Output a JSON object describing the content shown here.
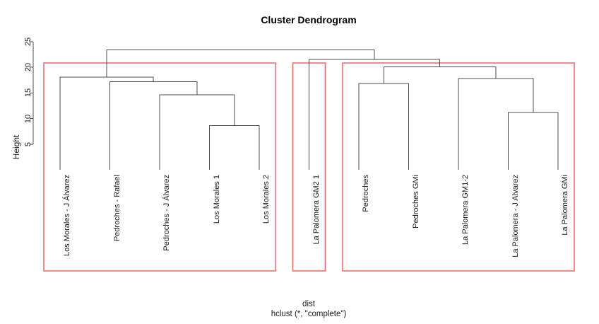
{
  "title": "Cluster Dendrogram",
  "y_axis": {
    "label": "Height",
    "ticks": [
      5,
      10,
      15,
      20,
      25
    ]
  },
  "footer": {
    "line1": "dist",
    "line2": "hclust (*, \"complete\")"
  },
  "colors": {
    "dendro_line": "#4d4d4d",
    "cluster_box": "#f25a5a",
    "text": "#1a1a1a",
    "background": "#ffffff"
  },
  "chart_data": {
    "type": "dendrogram",
    "method": "complete linkage (hclust)",
    "orientation": "vertical",
    "ylim": [
      5,
      25
    ],
    "grid": false,
    "labels": [
      "Los Morales - J Álvarez",
      "Pedroches - Rafael",
      "Pedroches - J Álvarez",
      "Los Morales 1",
      "Los Morales 2",
      "La Palomera GM2 1",
      "Pedroches",
      "Pedroches GMi",
      "La Palomera GM1-2",
      "La Palomera - J Alvarez",
      "La Palomera GMi"
    ],
    "merges": [
      {
        "a": "L4",
        "b": "L5",
        "height": 8.6
      },
      {
        "a": "L3",
        "b": "M1",
        "height": 14.6
      },
      {
        "a": "L2",
        "b": "M2",
        "height": 17.2
      },
      {
        "a": "L1",
        "b": "M3",
        "height": 18.1
      },
      {
        "a": "L7",
        "b": "L8",
        "height": 16.8
      },
      {
        "a": "L10",
        "b": "L11",
        "height": 11.2
      },
      {
        "a": "L9",
        "b": "M6",
        "height": 17.8
      },
      {
        "a": "M5",
        "b": "M7",
        "height": 20.1
      },
      {
        "a": "L6",
        "b": "M8",
        "height": 21.5
      },
      {
        "a": "M4",
        "b": "M9",
        "height": 23.4
      }
    ],
    "clusters": [
      {
        "from": 1,
        "to": 5
      },
      {
        "from": 6,
        "to": 6
      },
      {
        "from": 7,
        "to": 11
      }
    ]
  }
}
